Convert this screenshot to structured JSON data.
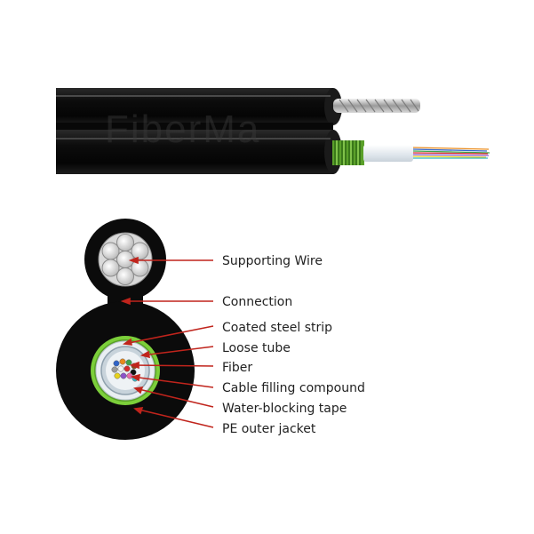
{
  "watermark": "FiberMa",
  "labels": {
    "supporting_wire": "Supporting Wire",
    "connection": "Connection",
    "coated_steel_strip": "Coated steel strip",
    "loose_tube": "Loose tube",
    "fiber": "Fiber",
    "cable_filling_compound": "Cable filling compound",
    "water_blocking_tape": "Water-blocking tape",
    "pe_outer_jacket": "PE outer jacket"
  },
  "colors": {
    "jacket": "#0b0b0b",
    "leader_line": "#c0241c",
    "steel_strip": "#7ccf3a",
    "steel_wire": "#c9c9c9",
    "tape": "#e9eef2"
  },
  "fiber_colors": [
    "#2f63c7",
    "#e88a1c",
    "#3fa34a",
    "#8a4a1e",
    "#9a9a9a",
    "#f4f4f4",
    "#d62b2b",
    "#111111",
    "#e8d21c",
    "#8b52c9",
    "#e86aa8",
    "#35b6c4"
  ]
}
